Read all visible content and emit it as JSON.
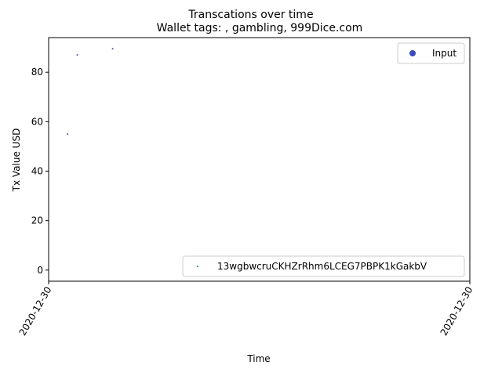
{
  "chart_data": {
    "type": "scatter",
    "suptitle": "Transcations over time",
    "title": "Wallet tags: , gambling, 999Dice.com",
    "xlabel": "Time",
    "ylabel": "Tx Value USD",
    "ylim": [
      -4.5,
      94
    ],
    "yticks": [
      0,
      20,
      40,
      60,
      80
    ],
    "xticks": [
      "2020-12-30",
      "2020-12-30"
    ],
    "grid": false,
    "series": [
      {
        "name": "Input",
        "color": "#3b4cc0",
        "x": [
          0.045,
          0.068,
          0.152
        ],
        "y": [
          55,
          87,
          89.5
        ]
      },
      {
        "name": "13wgbwcruCKHZrRhm6LCEG7PBPK1kGakbV",
        "color": "#1f8a8a",
        "x": [],
        "y": []
      }
    ],
    "legends": [
      {
        "location": "upper-right",
        "entries": [
          "Input"
        ]
      },
      {
        "location": "lower-right",
        "entries": [
          "13wgbwcruCKHZrRhm6LCEG7PBPK1kGakbV"
        ]
      }
    ]
  }
}
